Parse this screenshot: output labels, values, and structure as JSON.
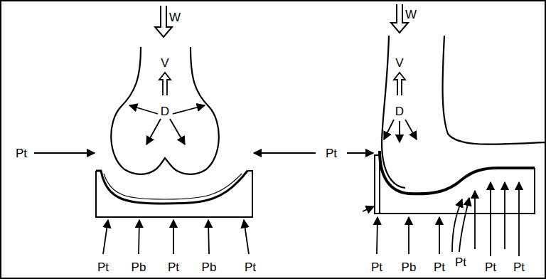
{
  "diagram": {
    "labels": [
      "W",
      "V",
      "D",
      "Pt",
      "Pt",
      "Pt",
      "Pb",
      "Pt",
      "Pb",
      "Pt",
      "W",
      "V",
      "D",
      "Pt",
      "Pb",
      "Pt",
      "Pt",
      "Pt",
      "Pt"
    ]
  }
}
